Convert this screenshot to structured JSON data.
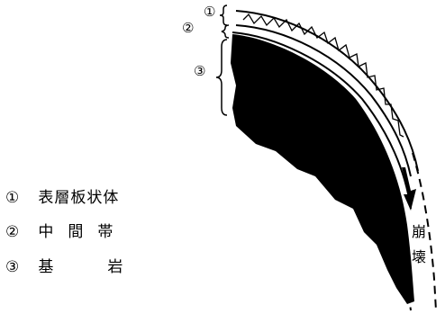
{
  "legend": [
    {
      "num": "①",
      "text": "表層板状体"
    },
    {
      "num": "②",
      "text": "中間帯"
    },
    {
      "num": "③",
      "text": "基岩"
    }
  ],
  "diagram_labels": {
    "n1": "①",
    "n2": "②",
    "n3": "③"
  },
  "collapse_label": [
    "崩",
    "壊"
  ]
}
